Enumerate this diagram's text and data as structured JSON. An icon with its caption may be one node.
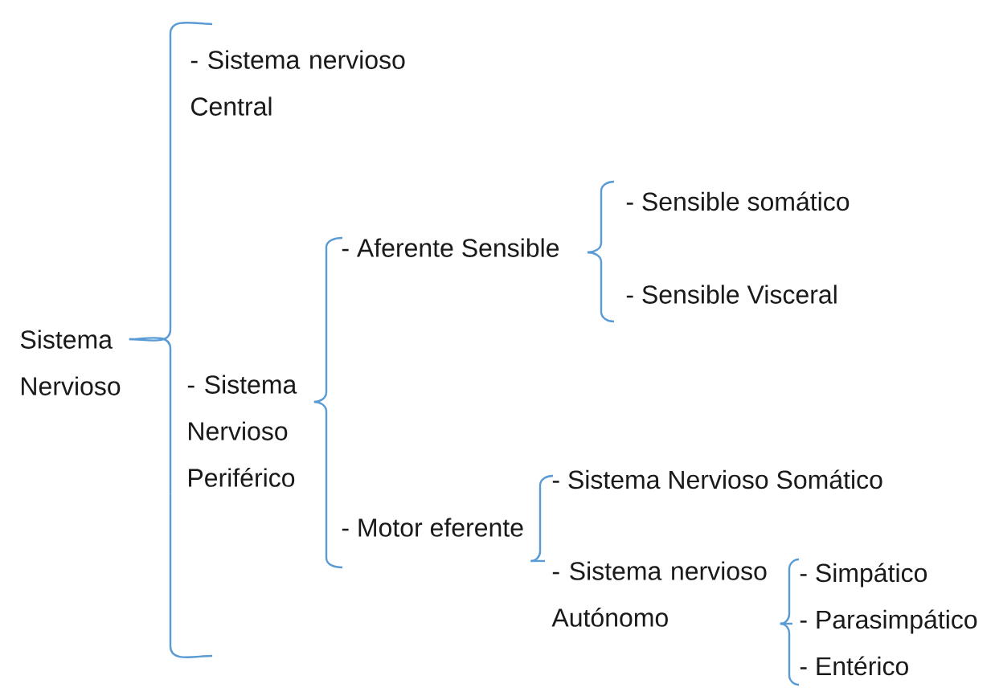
{
  "diagram": {
    "nodes": [
      {
        "text": [
          "Sistema Nervioso"
        ]
      },
      {
        "text": [
          "- Sistema nervioso Central"
        ]
      },
      {
        "text": [
          "- Sistema Nervioso Periférico"
        ]
      },
      {
        "text": [
          "- Aferente Sensible"
        ]
      },
      {
        "text": [
          "- Motor eferente"
        ]
      },
      {
        "text": [
          "- Sensible somático"
        ]
      },
      {
        "text": [
          "- Sensible Visceral"
        ]
      },
      {
        "text": [
          "- Sistema Nervioso Somático"
        ]
      },
      {
        "text": [
          "- Sistema nervioso Autónomo"
        ]
      },
      {
        "text": [
          "- Simpático"
        ]
      },
      {
        "text": [
          "- Parasimpático"
        ]
      },
      {
        "text": [
          "- Entérico"
        ]
      }
    ],
    "edges": [
      {
        "from": 0,
        "to": 1,
        "arrow": "none"
      },
      {
        "from": 0,
        "to": 2,
        "arrow": "none"
      },
      {
        "from": 2,
        "to": 3,
        "arrow": "none"
      },
      {
        "from": 2,
        "to": 4,
        "arrow": "none"
      },
      {
        "from": 3,
        "to": 5,
        "arrow": "none"
      },
      {
        "from": 3,
        "to": 6,
        "arrow": "none"
      },
      {
        "from": 4,
        "to": 7,
        "arrow": "none"
      },
      {
        "from": 4,
        "to": 8,
        "arrow": "none"
      },
      {
        "from": 8,
        "to": 9,
        "arrow": "none"
      },
      {
        "from": 8,
        "to": 10,
        "arrow": "none"
      },
      {
        "from": 8,
        "to": 11,
        "arrow": "none"
      }
    ]
  }
}
